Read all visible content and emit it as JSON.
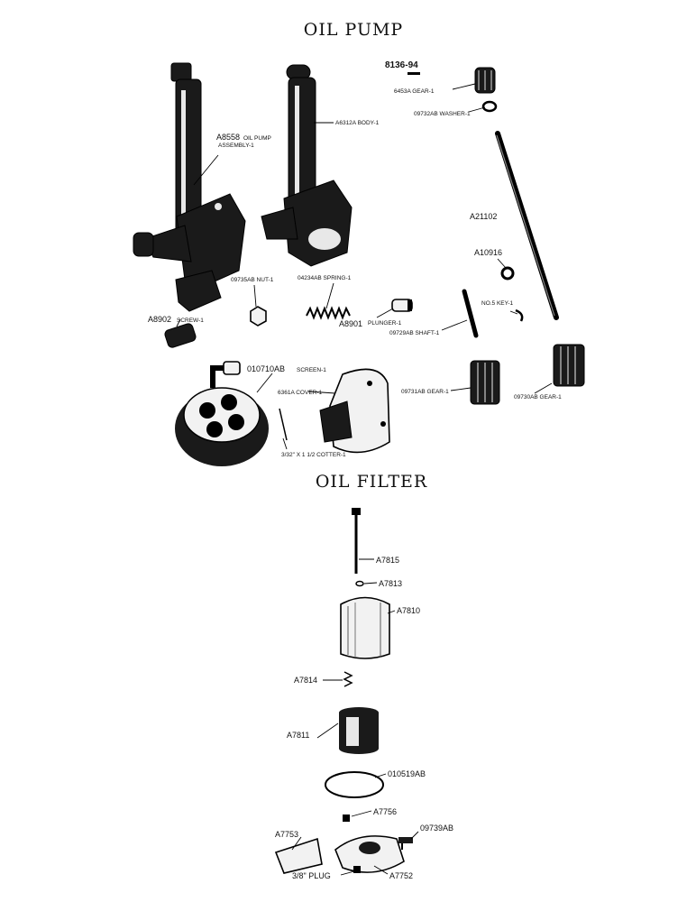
{
  "sections": {
    "oil_pump_title": "OIL PUMP",
    "oil_filter_title": "OIL FILTER"
  },
  "labels": {
    "ref": "8136-94",
    "gear_6453a": "6453A GEAR-1",
    "washer_09732ab": "09732AB WASHER-1",
    "a8558": "A8558",
    "a8558_desc1": "OIL PUMP",
    "a8558_desc2": "ASSEMBLY-1",
    "body_a6312a": "A6312A BODY-1",
    "a21102": "A21102",
    "a10916": "A10916",
    "nut_09735ab": "09735AB NUT-1",
    "spring_04234ab": "04234AB SPRING-1",
    "a8901": "A8901",
    "plunger": "PLUNGER-1",
    "shaft_09729ab": "09729AB SHAFT-1",
    "key_no5": "NO.5 KEY-1",
    "a8902": "A8902",
    "a8902_desc": "SCREW-1",
    "screen_010710ab": "010710AB",
    "screen_desc": "SCREEN-1",
    "cover_6361a": "6361A COVER-1",
    "cotter": "3/32\" X 1 1/2 COTTER-1",
    "gear_09731ab": "09731AB GEAR-1",
    "gear_09730ab": "09730AB GEAR-1",
    "a7815": "A7815",
    "a7813": "A7813",
    "a7810": "A7810",
    "a7814": "A7814",
    "a7811": "A7811",
    "gasket_010519ab": "010519AB",
    "a7756": "A7756",
    "a7753": "A7753",
    "valve_09739ab": "09739AB",
    "plug": "3/8\" PLUG",
    "a7752": "A7752"
  }
}
